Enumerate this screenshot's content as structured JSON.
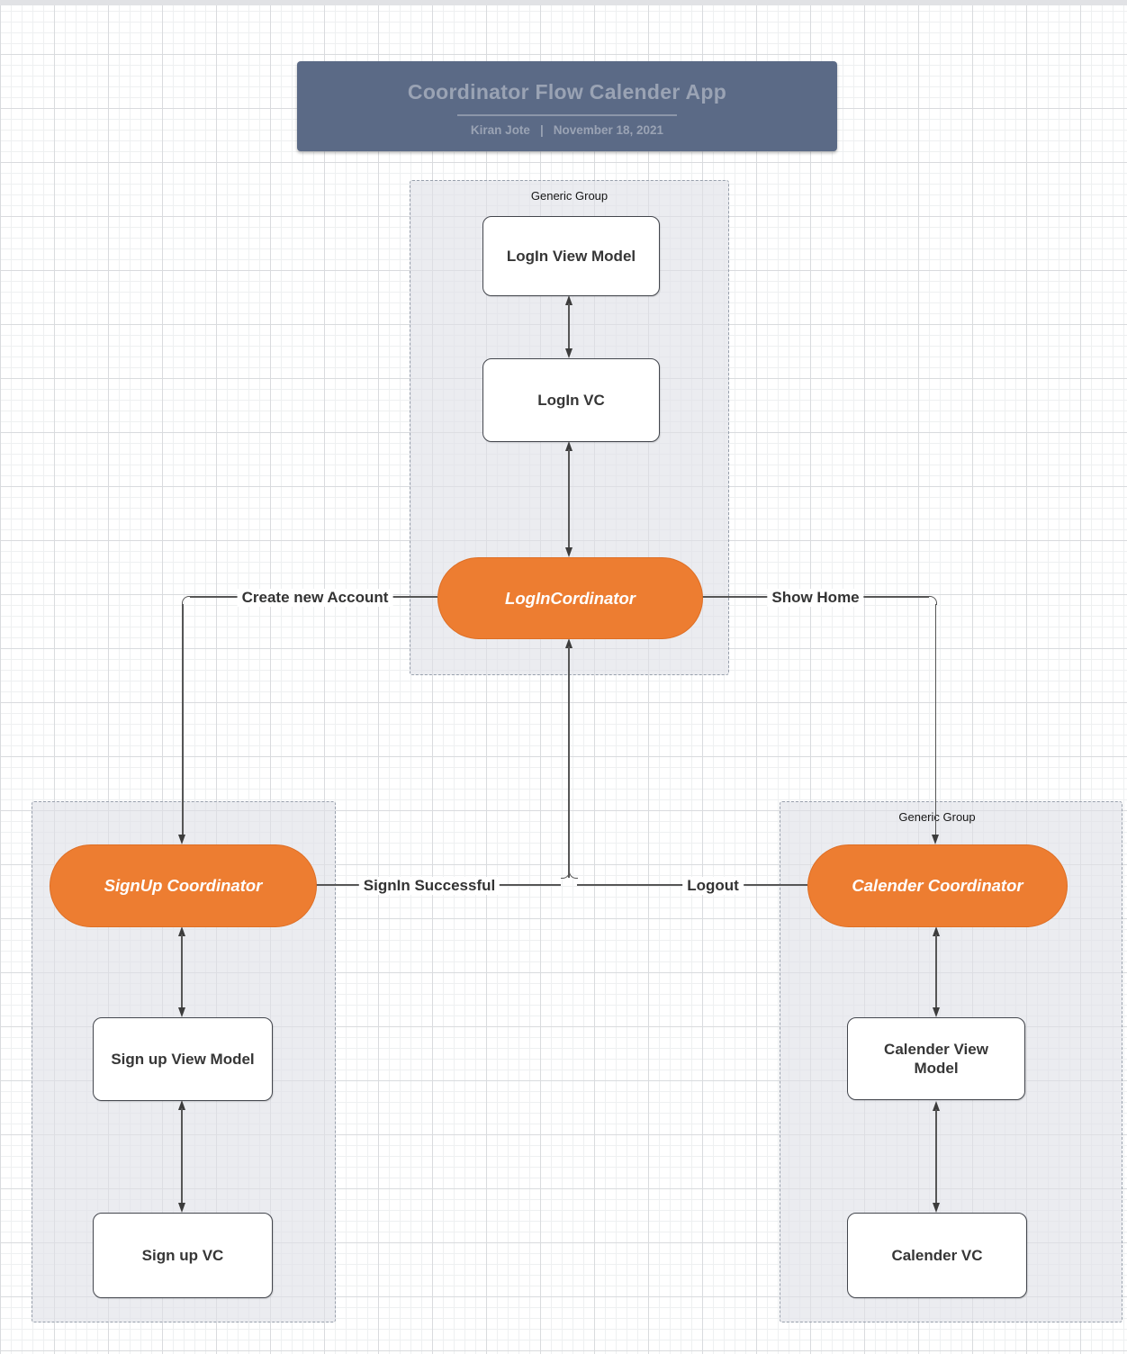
{
  "header": {
    "title": "Coordinator Flow Calender App",
    "author": "Kiran Jote",
    "separator": "|",
    "date": "November 18, 2021"
  },
  "groups": {
    "login": {
      "label": "Generic Group"
    },
    "calendar": {
      "label": "Generic Group"
    }
  },
  "nodes": {
    "login_view_model": "LogIn View Model",
    "login_vc": "LogIn VC",
    "login_coordinator": "LogInCordinator",
    "signup_coordinator": "SignUp Coordinator",
    "signup_view_model": "Sign up View Model",
    "signup_vc": "Sign up VC",
    "calendar_coordinator": "Calender Coordinator",
    "calendar_view_model": "Calender View Model",
    "calendar_vc": "Calender VC"
  },
  "edges": {
    "create_new_account": "Create new Account",
    "show_home": "Show Home",
    "signin_successful": "SignIn Successful",
    "logout": "Logout"
  },
  "colors": {
    "accent_orange": "#ED7D31",
    "header_bg": "#5B6A86",
    "header_text": "#9AA3B4",
    "group_fill": "#E9EBEE",
    "line": "#565656"
  }
}
